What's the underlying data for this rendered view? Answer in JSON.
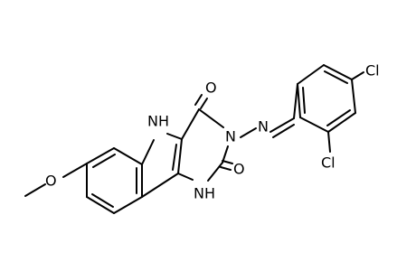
{
  "molecule": {
    "atoms": {
      "cl_para": "Cl",
      "cl_ortho": "Cl",
      "o_c4": "O",
      "o_c2": "O",
      "n_imine": "N",
      "n3": "N",
      "n5h": "NH",
      "n1h": "NH",
      "o_methoxy": "O",
      "h_n5": "H",
      "h_n1": "H"
    }
  }
}
